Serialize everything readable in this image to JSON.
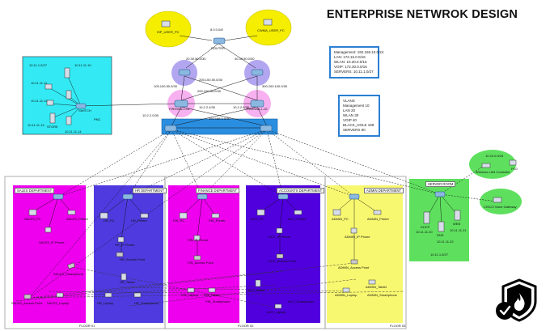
{
  "title": "ENTERPRISE NETWROK DESIGN",
  "cloud_users": [
    {
      "label": "ISP_USER_PC"
    },
    {
      "label": "CWMA_USER_PC"
    }
  ],
  "wan_labels": [
    "8.0.0.0/8",
    "20.30.50.0/30",
    "30.30.50.0/30"
  ],
  "isp_router_label": "ROUTER",
  "links": [
    "105.100.50.0/30",
    "205.100.50.0/30",
    "200.100.50.0/30",
    "300.200.100.0/30",
    "10.2.2.4/30",
    "10.2.2.8/30",
    "10.2.2.0/30",
    "192.168.0.0/30"
  ],
  "firewalls": [
    "FIREWALL-01",
    "FIREWALL-02"
  ],
  "server_farm": {
    "label": "PNC",
    "ips": [
      "10.11.1.0/27",
      "10.11.11.10",
      "10.11.11.11",
      "10.11.11.12",
      "10.11.11.13",
      "10.11.11.14"
    ],
    "switch": "SWITCH",
    "server": "STORE"
  },
  "info_box_1": [
    "Management: 192.168.10.0/24",
    "LAN: 172.16.0.0/16",
    "WLAN: 10.20.0.0/16",
    "VOIP: 172.30.0.0/16",
    "SERVERS: 10.11.1.0/27"
  ],
  "info_box_2": [
    "VLANS",
    "Management 10",
    "LAN 20",
    "WLAN 30",
    "VOIP 40",
    "BLACK_HOLE 199",
    "SERVERS 80"
  ],
  "controller": {
    "label": "Wireless LAN Controller",
    "ip": "10.20.0.0/16",
    "pc": "PC0"
  },
  "cisco_gateway": {
    "label": "CISCO Voice Gateway"
  },
  "departments": [
    {
      "name": "SALES DEPARTMENT",
      "pc": "SALES_PC",
      "printer": "SALES_Printer",
      "phone": "SALES_IP Phone",
      "smartphone": "SALES_Smartphone",
      "ap": "SALES_Access Point",
      "laptop": "SALES_Laptop",
      "color": "#ee00ee"
    },
    {
      "name": "HR DEPARTMENT",
      "pc": "HR_PC",
      "printer": "HR_Printer",
      "phone": "HR_IP Phone",
      "smartphone": "HR_Smartphone",
      "ap": "HR_Access Point",
      "laptop": "HR_Laptop",
      "tablet": "HR_Tablet",
      "color": "#4f3adf"
    },
    {
      "name": "FINANCE DEPARTMENT",
      "pc": "FIN_PC",
      "printer": "FIN_Printer",
      "phone": "FIN_IP Phone",
      "smartphone": "FIN_Smartphone",
      "ap": "FIN_Access Point",
      "laptop": "FIN_Laptop",
      "tablet": "FIN_Tablet",
      "color": "#ee00ee"
    },
    {
      "name": "ACCOUNTS DEPARTMENT",
      "pc": "ACC_PC",
      "printer": "ACC_Printer",
      "phone": "ACC_IP Phone",
      "smartphone": "ACC_Smartphone",
      "ap": "ACC_Access Point",
      "laptop": "ACC_Laptop",
      "tablet": "ACC_Tablet",
      "color": "#5000dd"
    },
    {
      "name": "ADMIN DEPARTMENT",
      "pc": "ADMIN_PC",
      "printer": "ADMIN_Printer",
      "phone": "ADMIN_IP Phone",
      "smartphone": "ADMIN_Smartphone",
      "ap": "ADMIN_Access Point",
      "laptop": "ADMIN_Laptop",
      "tablet": "ADMIN_Tablet",
      "color": "#f8f870"
    }
  ],
  "server_room": {
    "name": "SERVER ROOM",
    "servers": [
      "DHCP",
      "DNS",
      "WEB"
    ],
    "ips": [
      "10.11.11.20",
      "10.11.11.22",
      "10.11.11.21",
      "10.11.1.0/27"
    ],
    "color": "#5ee05e"
  },
  "floors": [
    "FLOOR 01",
    "FLOOR 02",
    "FLOOR 03"
  ],
  "logo": {
    "name": "shield-flame-logo"
  }
}
